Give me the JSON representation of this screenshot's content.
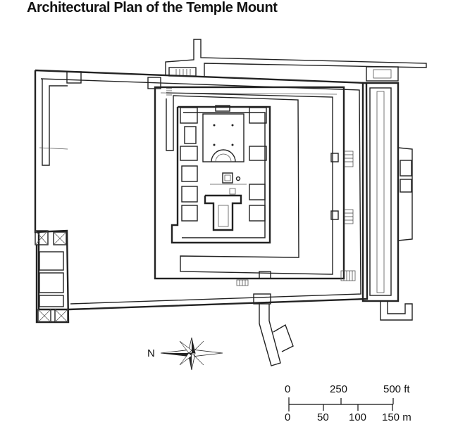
{
  "title": "Architectural Plan of the Temple Mount",
  "compass": {
    "label": "N"
  },
  "scale_feet": {
    "unit": "ft",
    "ticks": [
      "0",
      "250",
      "500 ft"
    ]
  },
  "scale_meters": {
    "unit": "m",
    "ticks": [
      "0",
      "50",
      "100",
      "150 m"
    ]
  }
}
